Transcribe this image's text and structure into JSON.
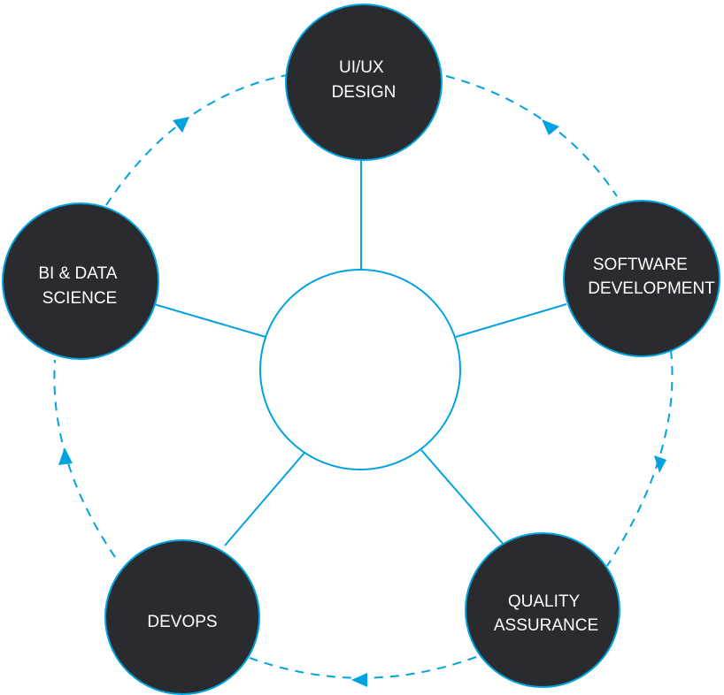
{
  "colors": {
    "accent": "#00a3e0",
    "node_fill": "#2a2b2e",
    "node_text": "#ffffff",
    "hub_fill": "#ffffff"
  },
  "hub": {
    "label": ""
  },
  "nodes": [
    {
      "id": "ui-ux-design",
      "lines": [
        "UI/UX",
        "DESIGN"
      ]
    },
    {
      "id": "software-development",
      "lines": [
        "SOFTWARE",
        "DEVELOPMENT"
      ]
    },
    {
      "id": "quality-assurance",
      "lines": [
        "QUALITY",
        "ASSURANCE"
      ]
    },
    {
      "id": "devops",
      "lines": [
        "DEVOPS"
      ]
    },
    {
      "id": "bi-data-science",
      "lines": [
        "BI & DATA",
        "SCIENCE"
      ]
    }
  ],
  "cycle": {
    "direction": "clockwise",
    "arrow_icon": "triangle-arrow-icon"
  }
}
